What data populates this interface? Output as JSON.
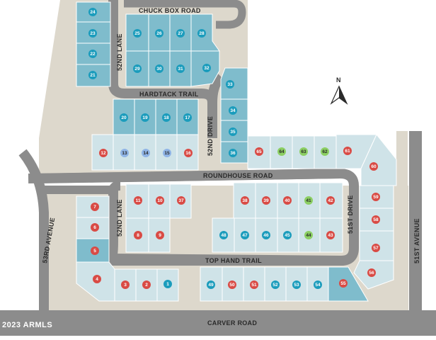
{
  "colors": {
    "road": "#8c8c8c",
    "dirt": "#ddd8cc",
    "lot_available": "#cfe3e8",
    "lot_teal": "#7fbccc",
    "dot_red": "#d94b45",
    "dot_teal": "#1b9cbc",
    "dot_blue": "#8fb4e6",
    "dot_green": "#8ccf63"
  },
  "roads": {
    "chuck_box": "CHUCK BOX ROAD",
    "n52_lane_north": "52ND LANE",
    "hardtack": "HARDTACK TRAIL",
    "n52_drive": "52ND DRIVE",
    "roundhouse": "ROUNDHOUSE ROAD",
    "n52_lane_south": "52ND LANE",
    "n53_avenue": "53RD AVENUE",
    "st51_drive": "51ST DRIVE",
    "top_hand": "TOP HAND TRAIL",
    "av51_st": "51ST AVENUE",
    "carver": "CARVER ROAD"
  },
  "north_label": "N",
  "copyright": "2023 ARMLS",
  "lots": [
    {
      "n": "24",
      "s": "teal"
    },
    {
      "n": "23",
      "s": "teal"
    },
    {
      "n": "22",
      "s": "teal"
    },
    {
      "n": "21",
      "s": "teal"
    },
    {
      "n": "25",
      "s": "teal"
    },
    {
      "n": "26",
      "s": "teal"
    },
    {
      "n": "27",
      "s": "teal"
    },
    {
      "n": "28",
      "s": "teal"
    },
    {
      "n": "29",
      "s": "teal"
    },
    {
      "n": "30",
      "s": "teal"
    },
    {
      "n": "31",
      "s": "teal"
    },
    {
      "n": "32",
      "s": "teal"
    },
    {
      "n": "33",
      "s": "teal"
    },
    {
      "n": "34",
      "s": "teal"
    },
    {
      "n": "35",
      "s": "teal"
    },
    {
      "n": "36",
      "s": "teal"
    },
    {
      "n": "20",
      "s": "teal"
    },
    {
      "n": "19",
      "s": "teal"
    },
    {
      "n": "18",
      "s": "teal"
    },
    {
      "n": "17",
      "s": "teal"
    },
    {
      "n": "12",
      "s": "red"
    },
    {
      "n": "13",
      "s": "blue"
    },
    {
      "n": "14",
      "s": "blue"
    },
    {
      "n": "15",
      "s": "blue"
    },
    {
      "n": "16",
      "s": "red"
    },
    {
      "n": "65",
      "s": "red"
    },
    {
      "n": "64",
      "s": "green"
    },
    {
      "n": "63",
      "s": "green"
    },
    {
      "n": "62",
      "s": "green"
    },
    {
      "n": "61",
      "s": "red"
    },
    {
      "n": "60",
      "s": "red"
    },
    {
      "n": "11",
      "s": "red"
    },
    {
      "n": "10",
      "s": "red"
    },
    {
      "n": "37",
      "s": "red"
    },
    {
      "n": "38",
      "s": "red"
    },
    {
      "n": "39",
      "s": "red"
    },
    {
      "n": "40",
      "s": "red"
    },
    {
      "n": "41",
      "s": "green"
    },
    {
      "n": "42",
      "s": "red"
    },
    {
      "n": "8",
      "s": "red"
    },
    {
      "n": "9",
      "s": "red"
    },
    {
      "n": "48",
      "s": "teal"
    },
    {
      "n": "47",
      "s": "teal"
    },
    {
      "n": "46",
      "s": "teal"
    },
    {
      "n": "45",
      "s": "teal"
    },
    {
      "n": "44",
      "s": "green"
    },
    {
      "n": "43",
      "s": "red"
    },
    {
      "n": "7",
      "s": "red"
    },
    {
      "n": "6",
      "s": "red"
    },
    {
      "n": "5",
      "s": "red"
    },
    {
      "n": "4",
      "s": "red"
    },
    {
      "n": "3",
      "s": "red"
    },
    {
      "n": "2",
      "s": "red"
    },
    {
      "n": "1",
      "s": "teal"
    },
    {
      "n": "59",
      "s": "red"
    },
    {
      "n": "58",
      "s": "red"
    },
    {
      "n": "57",
      "s": "red"
    },
    {
      "n": "56",
      "s": "red"
    },
    {
      "n": "49",
      "s": "teal"
    },
    {
      "n": "50",
      "s": "red"
    },
    {
      "n": "51",
      "s": "red"
    },
    {
      "n": "52",
      "s": "teal"
    },
    {
      "n": "53",
      "s": "teal"
    },
    {
      "n": "54",
      "s": "teal"
    },
    {
      "n": "55",
      "s": "red"
    }
  ]
}
